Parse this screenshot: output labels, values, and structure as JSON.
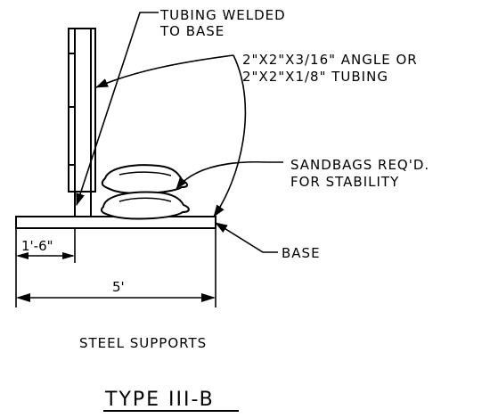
{
  "notes": {
    "tubing_welded_line1": "TUBING WELDED",
    "tubing_welded_line2": "TO BASE",
    "angle_line1": "2\"X2\"X3/16\" ANGLE OR",
    "angle_line2": "2\"X2\"X1/8\" TUBING",
    "sandbags_line1": "SANDBAGS REQ'D.",
    "sandbags_line2": "FOR STABILITY",
    "base": "BASE"
  },
  "dimensions": {
    "short": "1'-6\"",
    "long": "5'"
  },
  "caption": "STEEL SUPPORTS",
  "title": "TYPE III-B"
}
